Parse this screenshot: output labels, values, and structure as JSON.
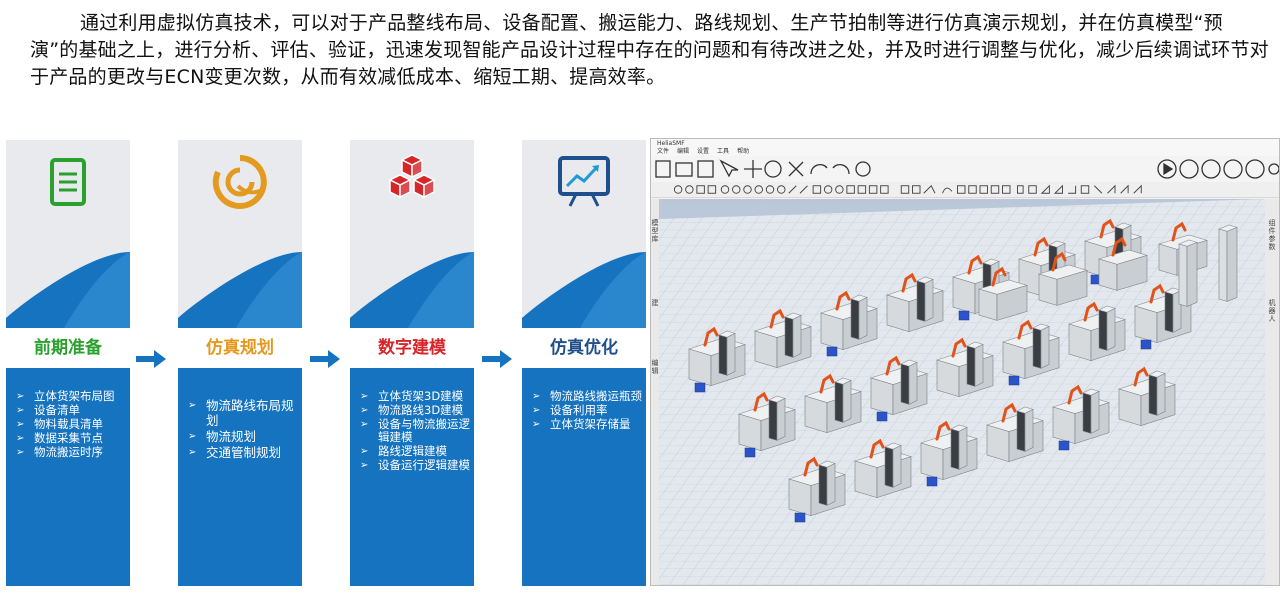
{
  "intro": {
    "text": "通过利用虚拟仿真技术，可以对于产品整线布局、设备配置、搬运能力、路线规划、生产节拍制等进行仿真演示规划，并在仿真模型“预演”的基础之上，进行分析、评估、验证，迅速发现智能产品设计过程中存在的问题和有待改进之处，并及时进行调整与优化，减少后续调试环节对于产品的更改与ECN变更次数，从而有效减低成本、缩短工期、提高效率。"
  },
  "colors": {
    "light": "#e8eaee",
    "blue": "#1673c0",
    "blue_light": "#3c98d8",
    "green": "#2aa12e",
    "orange": "#e39a1f",
    "red": "#d7262a",
    "navy": "#1f4f8c"
  },
  "steps": [
    {
      "title": "前期准备",
      "color": "#2aa12e",
      "icon": "document-icon",
      "items": [
        "立体货架布局图",
        "设备清单",
        "物料载具清单",
        "数据采集节点",
        "物流搬运时序"
      ]
    },
    {
      "title": "仿真规划",
      "color": "#e39a1f",
      "icon": "cycle-icon",
      "items": [
        "物流路线布局规划",
        "物流规划",
        "交通管制规划"
      ]
    },
    {
      "title": "数字建模",
      "color": "#d7262a",
      "icon": "cubes-icon",
      "items": [
        "立体货架3D建模",
        "物流路线3D建模",
        "设备与物流搬运逻 辑建模",
        "路线逻辑建模",
        "设备运行逻辑建模"
      ]
    },
    {
      "title": "仿真优化",
      "color": "#1f4f8c",
      "icon": "chart-board-icon",
      "items": [
        "物流路线搬运瓶颈",
        "设备利用率",
        "立体货架存储量"
      ]
    }
  ],
  "sim": {
    "app_title": "HeliaSMF",
    "menu": [
      "文件",
      "编辑",
      "设置",
      "工具",
      "帮助"
    ],
    "left_rail": [
      "模型库",
      "建",
      "编辑"
    ],
    "right_rail": [
      "组件参数",
      "机器人"
    ]
  }
}
